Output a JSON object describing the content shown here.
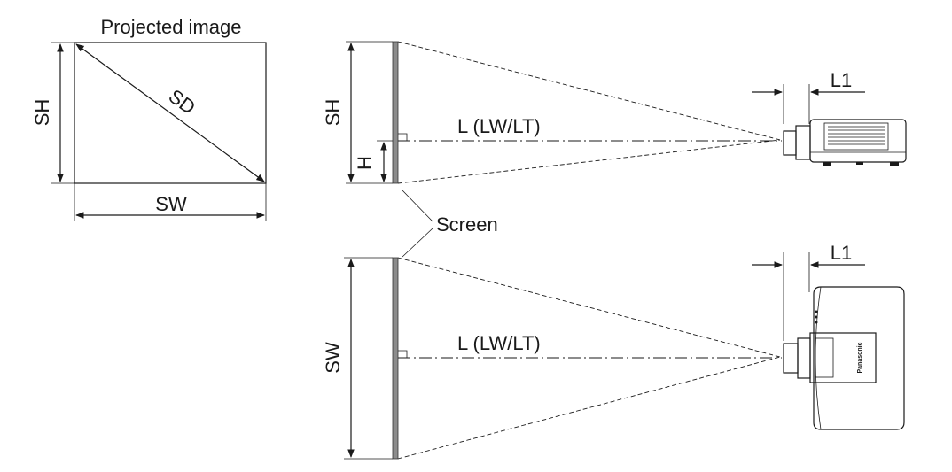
{
  "labels": {
    "projected_image": "Projected image",
    "sh": "SH",
    "sd": "SD",
    "sw": "SW",
    "h": "H",
    "l1": "L1",
    "distance": "L (LW/LT)",
    "screen": "Screen",
    "brand": "Panasonic"
  }
}
